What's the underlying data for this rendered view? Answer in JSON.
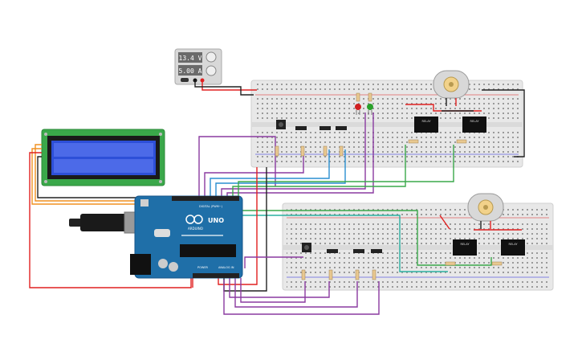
{
  "power_supply": {
    "voltage": "13.4 V",
    "current": "5.00 A"
  },
  "arduino": {
    "logo_text": "UNO",
    "brand": "ARDUINO",
    "digital_label": "DIGITAL (PWM~)",
    "power_label": "POWER",
    "analog_label": "ANALOG IN"
  },
  "relays": [
    {
      "label": "RELAY"
    },
    {
      "label": "RELAY"
    },
    {
      "label": "RELAY"
    },
    {
      "label": "RELAY"
    }
  ],
  "colors": {
    "red": "#e02020",
    "black": "#222222",
    "green": "#3aa84a",
    "purple": "#8a3aa0",
    "blue": "#2a8fd0",
    "orange": "#f09020",
    "teal": "#2ab0a0",
    "lcd_screen": "#2d4fd8",
    "lcd_board": "#3aa84a",
    "arduino_board": "#1f6fa8"
  }
}
